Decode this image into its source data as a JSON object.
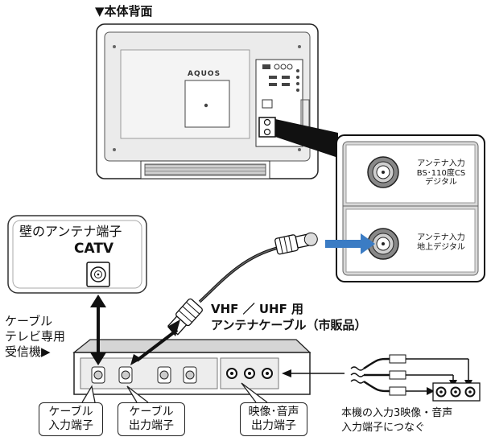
{
  "header": {
    "tv_rear_label": "▼本体背面"
  },
  "tv": {
    "brand": "AQUOS"
  },
  "inset": {
    "bs_label": [
      "アンテナ入力",
      "BS･110度CS",
      "デジタル"
    ],
    "terrestrial_label": [
      "アンテナ入力",
      "地上デジタル"
    ]
  },
  "wall": {
    "title": "壁のアンテナ端子",
    "catv": "CATV"
  },
  "cable": {
    "line1": "VHF ／ UHF 用",
    "line2": "アンテナケーブル（市販品）"
  },
  "receiver": {
    "label": [
      "ケーブル",
      "テレビ専用",
      "受信機▶"
    ]
  },
  "terminals": {
    "cable_in": [
      "ケーブル",
      "入力端子"
    ],
    "cable_out": [
      "ケーブル",
      "出力端子"
    ],
    "av_out": [
      "映像･音声",
      "出力端子"
    ]
  },
  "av_note": [
    "本機の入力3映像・音声",
    "入力端子につなぐ"
  ],
  "colors": {
    "arrow_blue": "#3b7cc4",
    "line": "#111111",
    "panel_gray": "#d9d9d9"
  }
}
